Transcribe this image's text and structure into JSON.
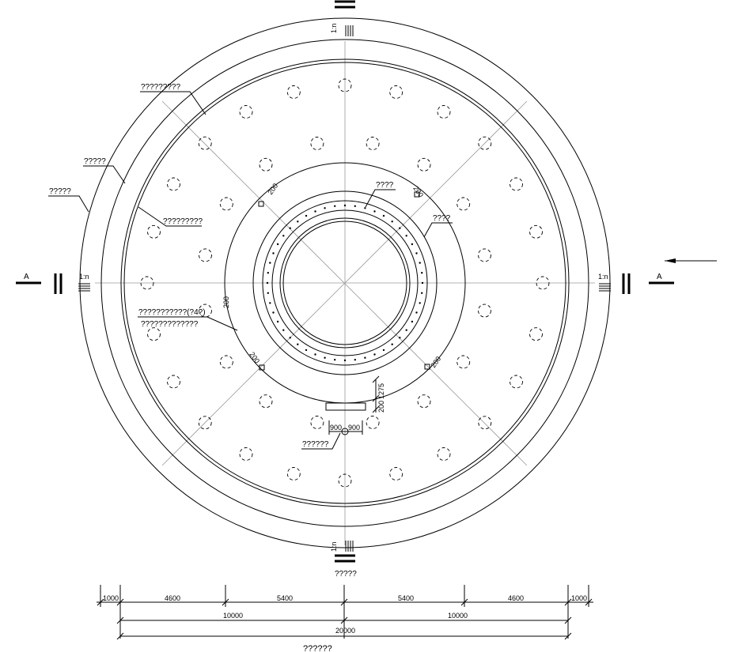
{
  "section_marks": {
    "left": "A",
    "right": "A"
  },
  "slope_marks": {
    "top": "1:n",
    "left": "1:n",
    "right": "1:n",
    "bottom": "1:n"
  },
  "callouts": {
    "c1": "?????????",
    "c2": "?????",
    "c3": "?????",
    "c4": "?????????",
    "c5": "????",
    "c6": "????",
    "c7": "???????????(?4?)",
    "c8": "?????????????",
    "c9": "??????",
    "bottom_label": "?????"
  },
  "local_dims": {
    "d200_nw": "200",
    "d200_ne": "200",
    "d200_w": "200",
    "d200_sw": "200",
    "d200_se": "200",
    "d1275": "1275",
    "d200_s": "200",
    "d900_left": "900",
    "d900_right": "900"
  },
  "dimension_chain": {
    "row1": [
      "1000",
      "4600",
      "5400",
      "5400",
      "4600",
      "1000"
    ],
    "row2": [
      "10000",
      "10000"
    ],
    "row3": [
      "20000"
    ]
  },
  "footer_title": "??????"
}
